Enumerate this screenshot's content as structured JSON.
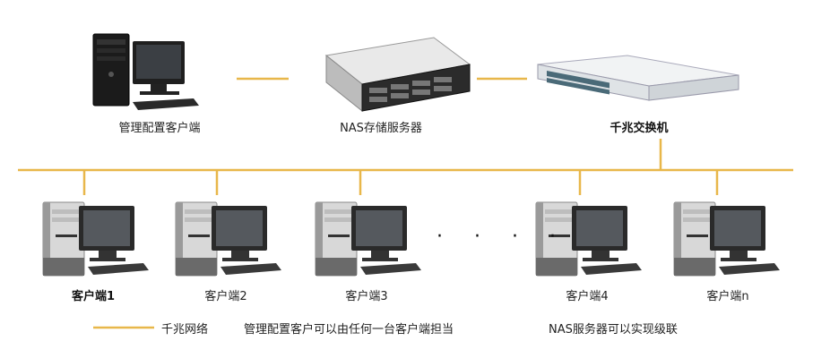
{
  "colors": {
    "network_line": "#e8b74a",
    "label_text": "#222222"
  },
  "top_row": {
    "admin_client": {
      "label": "管理配置客户端",
      "icon": "desktop-computer-icon"
    },
    "nas_server": {
      "label": "NAS存储服务器",
      "icon": "rack-server-icon"
    },
    "switch": {
      "label": "千兆交换机",
      "icon": "network-switch-icon"
    }
  },
  "clients": [
    {
      "label": "客户端1",
      "icon": "desktop-computer-icon"
    },
    {
      "label": "客户端2",
      "icon": "desktop-computer-icon"
    },
    {
      "label": "客户端3",
      "icon": "desktop-computer-icon"
    },
    {
      "label": "客户端4",
      "icon": "desktop-computer-icon"
    },
    {
      "label": "客户端n",
      "icon": "desktop-computer-icon"
    }
  ],
  "ellipsis": "· · · ·",
  "legend": {
    "line_label": "千兆网络",
    "note_admin": "管理配置客户可以由任何一台客户端担当",
    "note_nas": "NAS服务器可以实现级联"
  }
}
